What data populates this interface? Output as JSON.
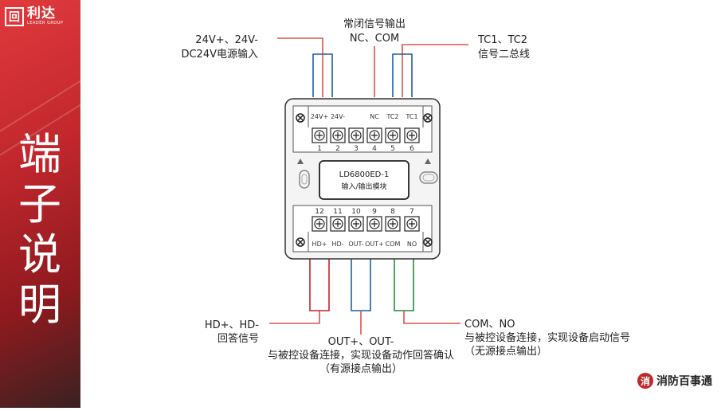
{
  "brand_logo": {
    "mark": "回",
    "name_cn": "利达",
    "name_en": "LEADER GROUP"
  },
  "slide_title_chars": [
    "端",
    "子",
    "说",
    "明"
  ],
  "module": {
    "model": "LD6800ED-1",
    "name": "输入/输出模块"
  },
  "top_terminals": [
    {
      "label": "24V+",
      "num": "1"
    },
    {
      "label": "24V-",
      "num": "2"
    },
    {
      "label": "",
      "num": "3"
    },
    {
      "label": "NC",
      "num": "4"
    },
    {
      "label": "TC2",
      "num": "5"
    },
    {
      "label": "TC1",
      "num": "6"
    }
  ],
  "bottom_terminals": [
    {
      "label": "HD+",
      "num": "12"
    },
    {
      "label": "HD-",
      "num": "11"
    },
    {
      "label": "OUT-",
      "num": "10"
    },
    {
      "label": "OUT+",
      "num": "9"
    },
    {
      "label": "COM",
      "num": "8"
    },
    {
      "label": "NO",
      "num": "7"
    }
  ],
  "annotations": {
    "power": [
      "24V+、24V-",
      "DC24V电源输入"
    ],
    "nc_signal": [
      "常闭信号输出",
      "NC、COM"
    ],
    "bus": [
      "TC1、TC2",
      "信号二总线"
    ],
    "feedback": [
      "HD+、HD-",
      "回答信号"
    ],
    "out": [
      "OUT+、OUT-",
      "与被控设备连接，实现设备动作回答确认",
      "（有源接点输出）"
    ],
    "com_no": [
      "COM、NO",
      "与被控设备连接，实现设备启动信号",
      "（无源接点输出）"
    ]
  },
  "footer_brand": {
    "icon_char": "消",
    "text": "消防百事通"
  },
  "colors": {
    "accent_red": "#c1272d",
    "wire_blue": "#1f5f9e",
    "wire_red": "#c0232a",
    "wire_green": "#2a8a3e",
    "leader_line": "#d9534f"
  }
}
